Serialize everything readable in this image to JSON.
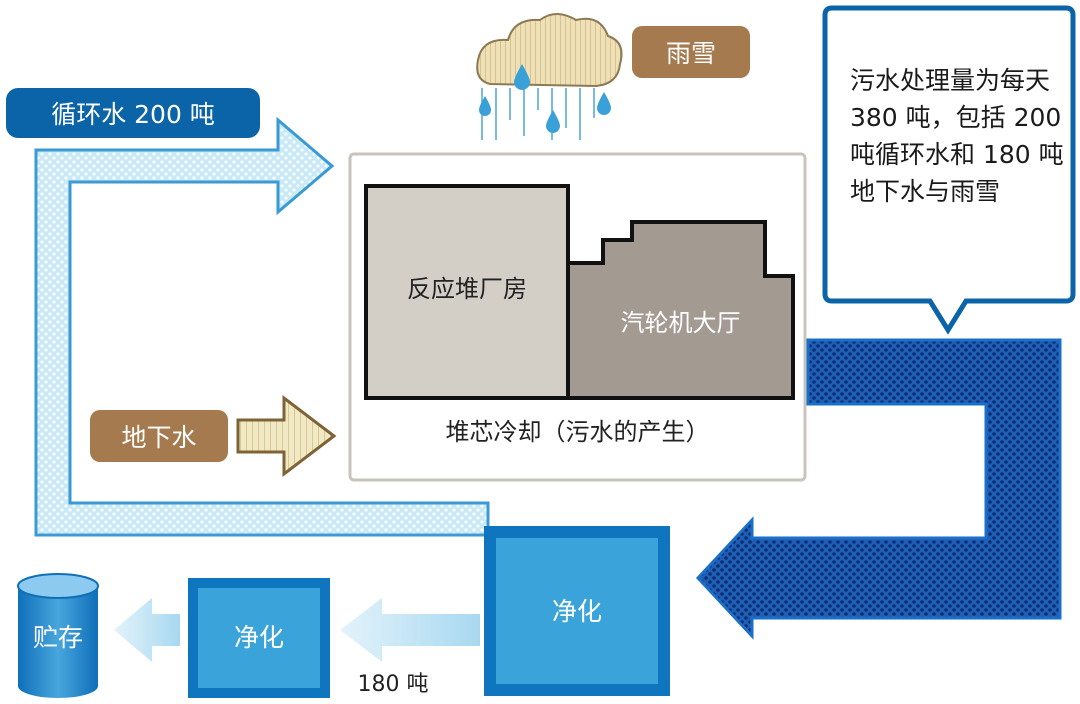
{
  "labels": {
    "recycled_water": "循环水 200 吨",
    "rain_snow": "雨雪",
    "groundwater": "地下水",
    "reactor_building": "反应堆厂房",
    "turbine_hall": "汽轮机大厅",
    "core_cooling": "堆芯冷却（污水的产生）",
    "purify_large": "净化",
    "purify_small": "净化",
    "amount_180": "180 吨",
    "storage": "贮存"
  },
  "callout": {
    "text": "污水处理量为每天 380 吨，包括 200 吨循环水和 180 吨地下水与雨雪"
  },
  "colors": {
    "blue_dark": "#0c64a8",
    "blue_mid": "#2e8fd0",
    "blue_light": "#bfe4f5",
    "purify_fill": "#3aa3d9",
    "arrow_dot_dark": "#1a3f8c",
    "brown_label": "#a0784e",
    "reactor_fill": "#cfcbc3",
    "turbine_fill": "#a29a91",
    "groundwater_arrow": "#ece2b8"
  },
  "icons": {
    "cloud": "rain-cloud-icon",
    "tank": "storage-tank-icon"
  }
}
